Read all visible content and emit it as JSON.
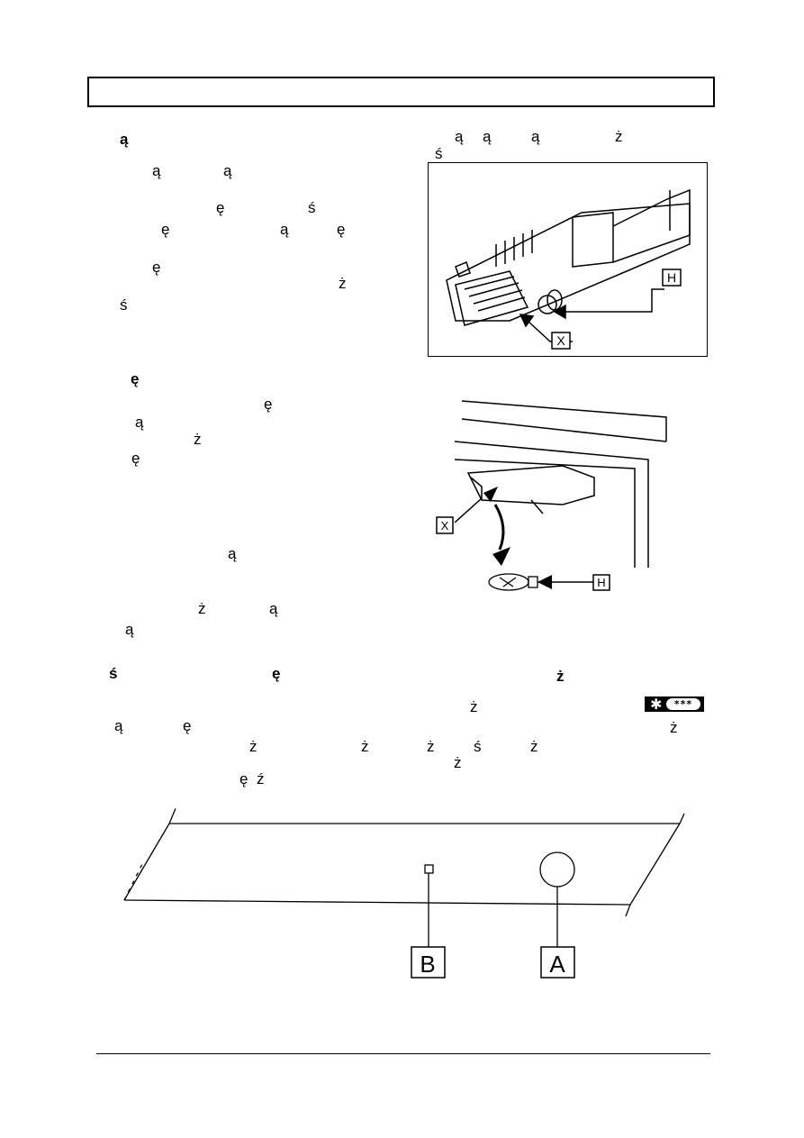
{
  "header": {
    "title": ""
  },
  "left_col_glyphs": {
    "g1": "ą",
    "g2": "ą",
    "g3": "ą",
    "g4": "ę",
    "g5": "ś",
    "g6": "ę",
    "g7": "ą",
    "g8": "ę",
    "g9": "ę",
    "g10": "ż",
    "g11": "ś",
    "g12": "ę",
    "g13": "ę",
    "g14": "ą",
    "g15": "ż",
    "g16": "ę",
    "g17": "ą",
    "g18": "ż",
    "g19": "ą",
    "g20": "ą"
  },
  "right_col_glyphs": {
    "r1": "ą",
    "r2": "ą",
    "r3": "ą",
    "r4": "ż",
    "r5": "ś"
  },
  "section2_glyphs": {
    "s1": "ś",
    "s2": "ę",
    "s3": "ż",
    "s4": "ż",
    "s5": "ą",
    "s6": "ę",
    "s7": "ż",
    "s8": "ż",
    "s9": "ż",
    "s10": "ż",
    "s11": "ś",
    "s12": "ż",
    "s13": "ż",
    "s14": "ę",
    "s15": "ź"
  },
  "figure1": {
    "label_h": "H",
    "label_x": "X"
  },
  "figure2": {
    "label_x": "X",
    "label_h": "H"
  },
  "figure3": {
    "label_b": "B",
    "label_a": "A"
  },
  "badge": {
    "star": "✱",
    "stars": "***"
  }
}
